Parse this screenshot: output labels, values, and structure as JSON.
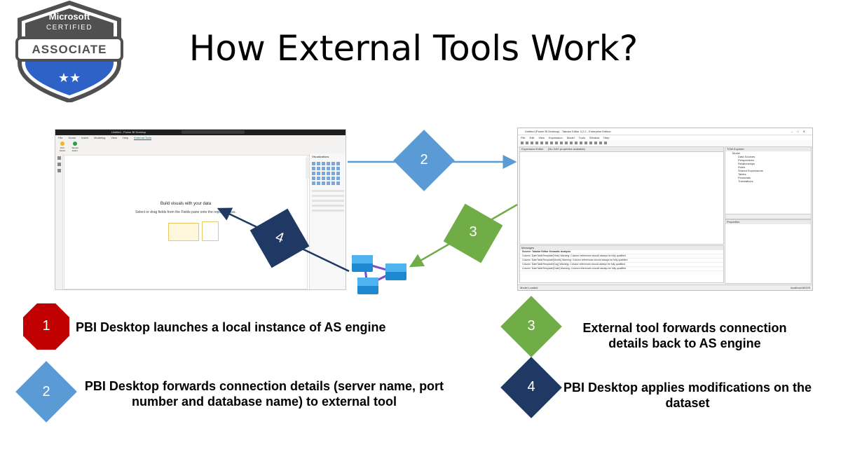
{
  "title": "How External Tools Work?",
  "badge": {
    "line1": "Microsoft",
    "line2": "CERTIFIED",
    "line3": "ASSOCIATE",
    "stars": "★★"
  },
  "colors": {
    "red": "#c00000",
    "light_blue": "#5b9bd5",
    "green": "#70ad47",
    "navy": "#1f3864"
  },
  "pbi_screenshot": {
    "window_title": "Untitled - Power BI Desktop",
    "menu": [
      "File",
      "Home",
      "Insert",
      "Modeling",
      "View",
      "Help",
      "External Tools"
    ],
    "ribbon_buttons": [
      "DAX Studio",
      "Tabular Editor"
    ],
    "canvas_heading": "Build visuals with your data",
    "canvas_sub": "Select or drag fields from the Fields pane onto the report canvas.",
    "pane_title": "Visualizations"
  },
  "te_screenshot": {
    "window_title": "Untitled (Power BI Desktop) - Tabular Editor 3.2.2 - Enterprise Edition",
    "menu": [
      "File",
      "Edit",
      "View",
      "Expression",
      "Model",
      "Tools",
      "Window",
      "Help"
    ],
    "expression_editor": "Expression Editor",
    "no_dax": "(No DAX properties available)",
    "tom_explorer": "TOM Explorer",
    "tree": [
      "Model",
      "Data Sources",
      "Perspectives",
      "Relationships",
      "Roles",
      "Shared Expressions",
      "Tables",
      "Financials",
      "Translations"
    ],
    "properties": "Properties",
    "messages_title": "Messages",
    "messages_rows": [
      "Source: Tabular Editor Semantic Analysis",
      "Column 'DateTableTemplate'[Year] Warning: Column references should always be fully qualified",
      "Column 'DateTableTemplate'[Month] Warning: Column references should always be fully qualified",
      "Column 'DateTableTemplate'[Day] Warning: Column references should always be fully qualified",
      "Column 'DateTableTemplate'[Date] Warning: Column references should always be fully qualified"
    ],
    "status_left": "Model Loaded",
    "status_right": "localhost:60229"
  },
  "diagram_markers": {
    "d2": "2",
    "d3": "3",
    "d4": "4"
  },
  "legend": [
    {
      "num": "1",
      "text": "PBI Desktop launches a local instance of AS engine"
    },
    {
      "num": "2",
      "text": "PBI Desktop forwards connection details (server name, port number and database name) to external tool"
    },
    {
      "num": "3",
      "text": "External tool forwards connection details back to AS engine"
    },
    {
      "num": "4",
      "text": "PBI Desktop applies modifications on the dataset"
    }
  ]
}
